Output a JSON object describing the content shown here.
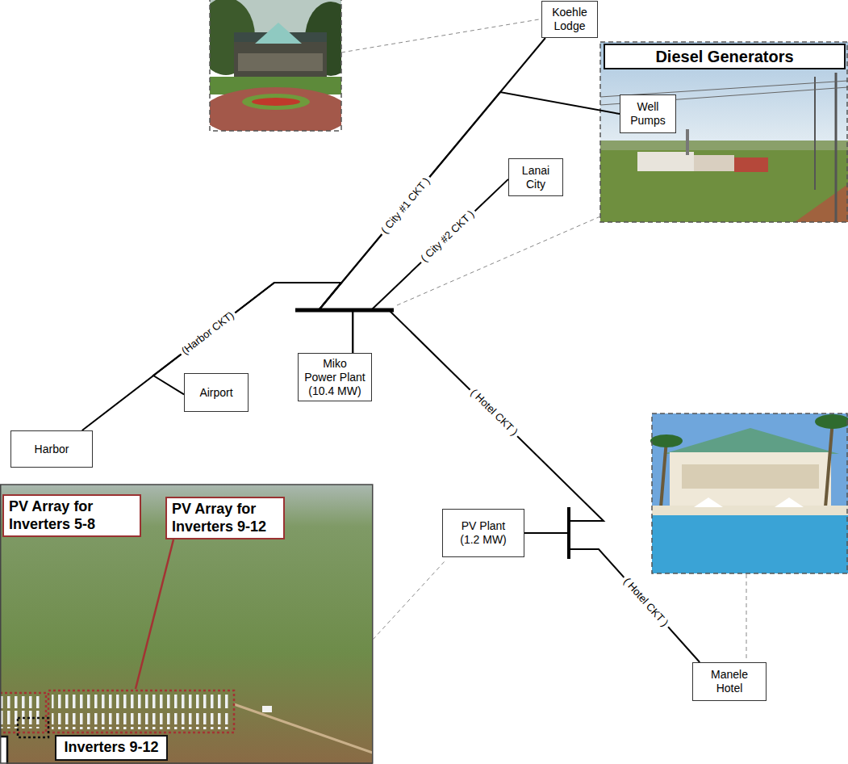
{
  "diagram": {
    "nodes": [
      {
        "text": [
          "Koehle Lodge"
        ]
      },
      {
        "text": [
          "Diesel Generators"
        ]
      },
      {
        "text": [
          "Well Pumps"
        ]
      },
      {
        "text": [
          "Lanai City"
        ]
      },
      {
        "text": [
          "Miko Power Plant (10.4 MW)"
        ]
      },
      {
        "text": [
          "Airport"
        ]
      },
      {
        "text": [
          "Harbor"
        ]
      },
      {
        "text": [
          "PV Array for Inverters 5-8"
        ]
      },
      {
        "text": [
          "PV Array for Inverters 9-12"
        ]
      },
      {
        "text": [
          "PV Plant (1.2 MW)"
        ]
      },
      {
        "text": [
          "Manele Hotel"
        ]
      },
      {
        "text": [
          "Inverters 9-12"
        ]
      }
    ],
    "edges": [
      {
        "from": 4,
        "to": 0,
        "label": "( City #1 CKT )",
        "arrow": "none"
      },
      {
        "from": 4,
        "to": 2,
        "arrow": "none"
      },
      {
        "from": 4,
        "to": 3,
        "label": "( City #2 CKT )",
        "arrow": "none"
      },
      {
        "from": 4,
        "to": 6,
        "label": "(Harbor CKT)",
        "arrow": "none"
      },
      {
        "from": 4,
        "to": 5,
        "arrow": "none"
      },
      {
        "from": 4,
        "to": 9,
        "label": "( Hotel CKT )",
        "arrow": "none"
      },
      {
        "from": 9,
        "to": 10,
        "label": "( Hotel CKT )",
        "arrow": "none"
      }
    ]
  }
}
